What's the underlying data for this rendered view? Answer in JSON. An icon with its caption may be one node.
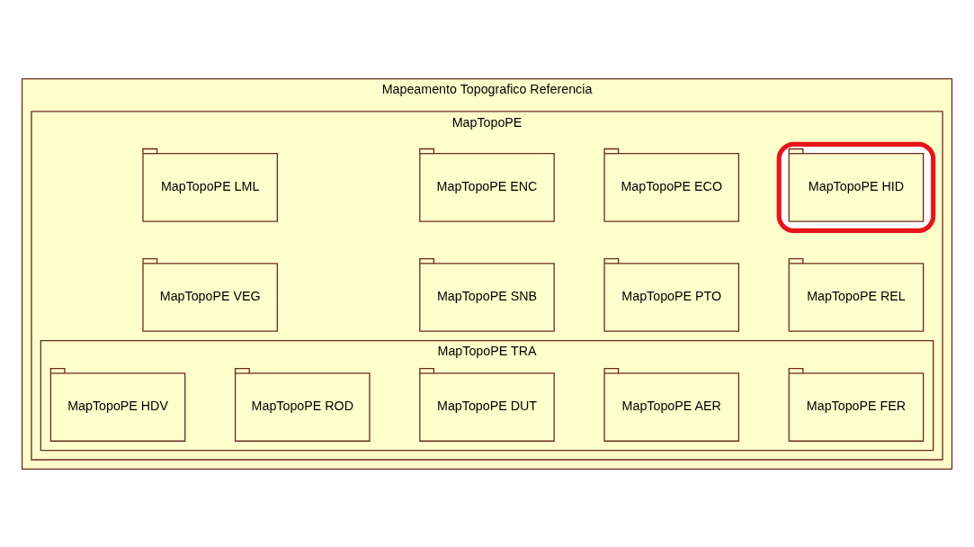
{
  "diagram": {
    "nodes": [
      {
        "text": [
          "Mapeamento Topografico Referencia"
        ]
      },
      {
        "text": [
          "MapTopoPE"
        ],
        "in": 0
      },
      {
        "text": [
          "MapTopoPE ECO"
        ],
        "in": 1
      },
      {
        "text": [
          "MapTopoPE ENC"
        ],
        "in": 1
      },
      {
        "text": [],
        "shape": "ellipse",
        "in": 1
      },
      {
        "text": [
          "MapTopoPE HID"
        ],
        "in": 4
      },
      {
        "text": [
          "MapTopoPE LML"
        ],
        "in": 1
      },
      {
        "text": [
          "MapTopoPE PTO"
        ],
        "in": 1
      },
      {
        "text": [
          "MapTopoPE SNB"
        ],
        "in": 1
      },
      {
        "text": [
          "MapTopoPE REL"
        ],
        "in": 1
      },
      {
        "text": [
          "MapTopoPE VEG"
        ],
        "in": 1
      },
      {
        "text": [
          "MapTopoPE TRA"
        ],
        "in": 1
      },
      {
        "text": [
          "MapTopoPE AER"
        ],
        "in": 11
      },
      {
        "text": [
          "MapTopoPE DUT"
        ],
        "in": 11
      },
      {
        "text": [
          "MapTopoPE FER"
        ],
        "in": 11
      },
      {
        "text": [
          "MapTopoPE HDV"
        ],
        "in": 11
      },
      {
        "text": [
          "MapTopoPE ROD"
        ],
        "in": 11
      }
    ],
    "edges": []
  }
}
